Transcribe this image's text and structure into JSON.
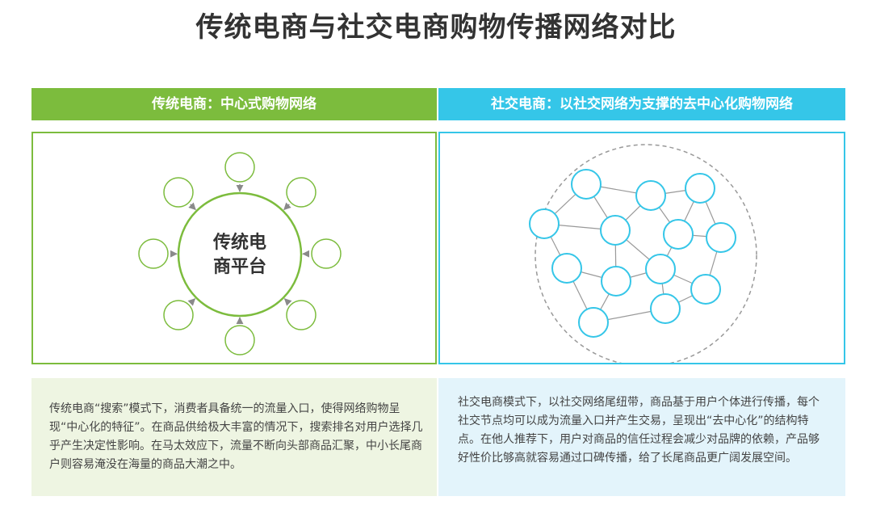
{
  "title": "传统电商与社交电商购物传播网络对比",
  "left": {
    "header": "传统电商：中心式购物网络",
    "center_label_line1": "传统电",
    "center_label_line2": "商平台",
    "description": "传统电商“搜索”模式下，消费者具备统一的流量入口，使得网络购物呈现“中心化的特征”。在商品供给极大丰富的情况下，搜索排名对用户选择几乎产生决定性影响。在马太效应下，流量不断向头部商品汇聚，中小长尾商户则容易淹没在海量的商品大潮之中。",
    "colors": {
      "accent": "#7cbc3d",
      "background": "#eef5e2"
    }
  },
  "right": {
    "header": "社交电商：以社交网络为支撑的去中心化购物网络",
    "description": "社交电商模式下，以社交网络尾纽带，商品基于用户个体进行传播，每个社交节点均可以成为流量入口并产生交易，呈现出“去中心化”的结构特点。在他人推荐下，用户对商品的信任过程会减少对品牌的依赖，产品够好性价比够高就容易通过口碑传播，给了长尾商品更广阔发展空间。",
    "colors": {
      "accent": "#35c6e8",
      "background": "#e3f4fb"
    }
  }
}
